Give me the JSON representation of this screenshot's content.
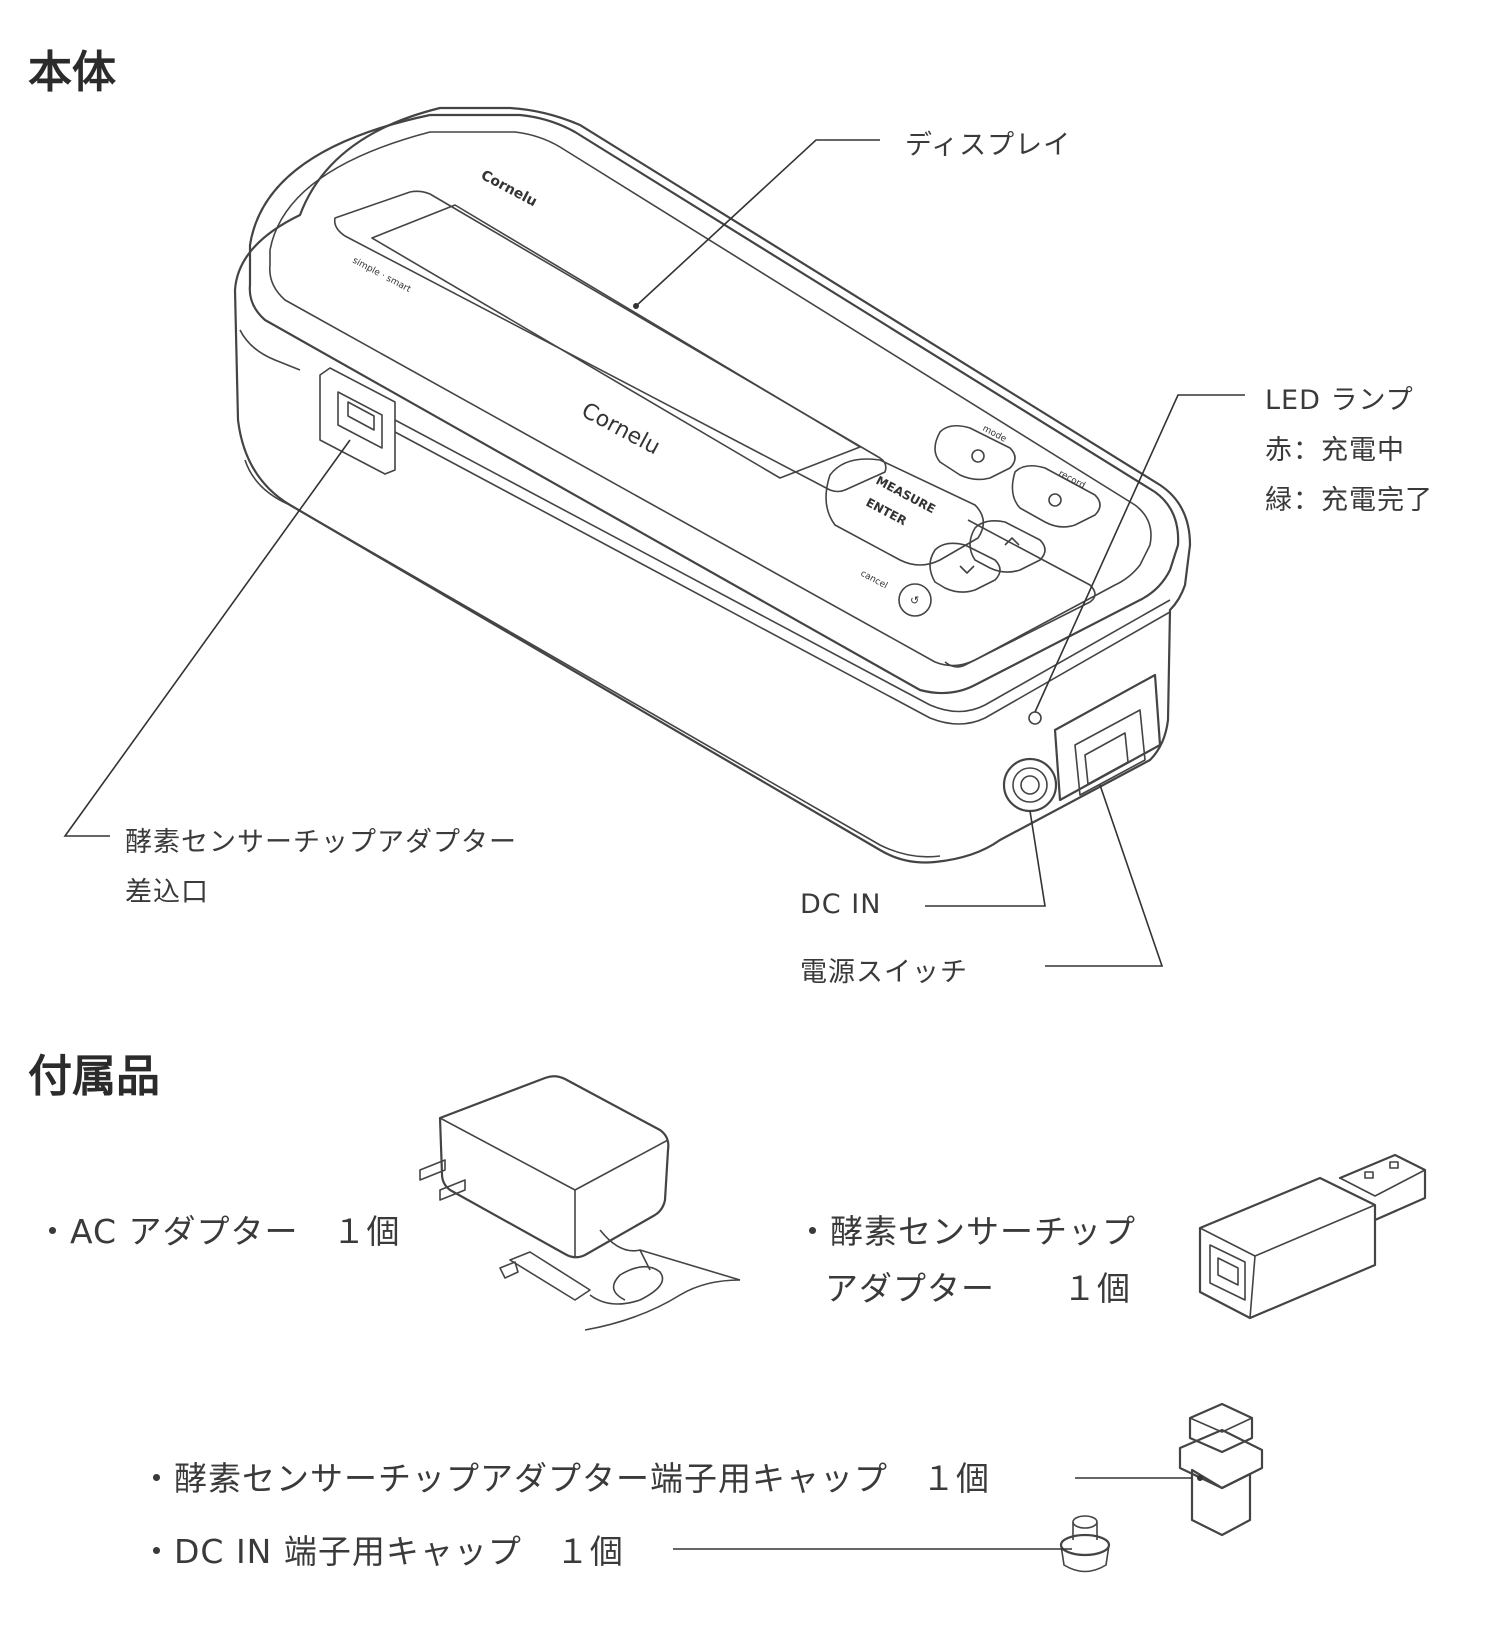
{
  "sections": {
    "main_unit": "本体",
    "accessories": "付属品"
  },
  "main_labels": {
    "display": "ディスプレイ",
    "led_line1": "LED ランプ",
    "led_line2": "赤：充電中",
    "led_line3": "緑：充電完了",
    "port_line1": "酵素センサーチップアダプター",
    "port_line2": "差込口",
    "dc_in": "DC  IN",
    "power_switch": "電源スイッチ"
  },
  "device_text": {
    "brand": "Cornelu",
    "mode": "mode",
    "record": "record",
    "measure": "MEASURE",
    "enter": "ENTER",
    "cancel": "cancel"
  },
  "accessories": {
    "ac_adapter": "・AC アダプター　１個",
    "sensor_adapter_line1": "・酵素センサーチップ",
    "sensor_adapter_line2": "アダプター　　１個",
    "sensor_cap": "・酵素センサーチップアダプター端子用キャップ　１個",
    "dc_cap": "・DC  IN 端子用キャップ　１個"
  }
}
